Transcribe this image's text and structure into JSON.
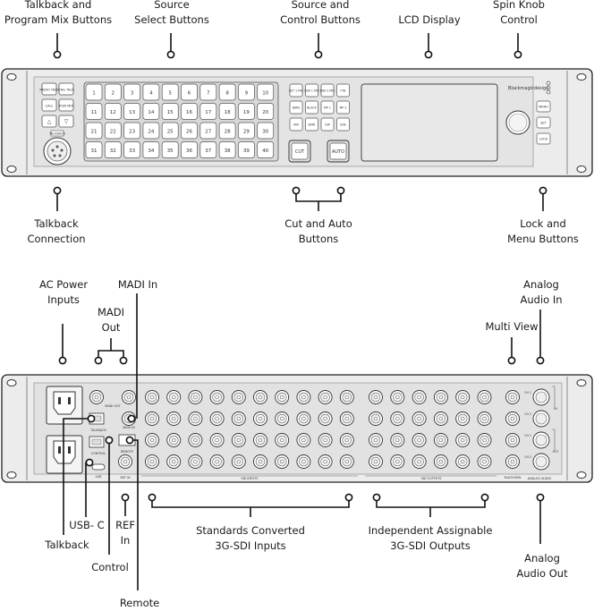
{
  "front_panel": {
    "labels": {
      "talkback_program": [
        "Talkback and",
        "Program Mix Buttons"
      ],
      "source_select": [
        "Source",
        "Select Buttons"
      ],
      "source_control": [
        "Source and",
        "Control  Buttons"
      ],
      "lcd_display": [
        "LCD Display"
      ],
      "spin_knob": [
        "Spin Knob",
        "Control"
      ],
      "talkback_connection": [
        "Talkback",
        "Connection"
      ],
      "cut_auto": [
        "Cut and Auto",
        "Buttons"
      ],
      "lock_menu": [
        "Lock and",
        "Menu Buttons"
      ]
    },
    "brand": "Blackmagicdesign",
    "left_buttons": [
      "RADIO TALK",
      "ENG TALK",
      "CALL",
      "PGM MIX",
      "△",
      "▽"
    ],
    "xlr_label": "TALKBACK",
    "source_buttons": [
      "1",
      "2",
      "3",
      "4",
      "5",
      "6",
      "7",
      "8",
      "9",
      "10",
      "11",
      "12",
      "13",
      "14",
      "15",
      "16",
      "17",
      "18",
      "19",
      "20",
      "21",
      "22",
      "23",
      "24",
      "25",
      "26",
      "27",
      "28",
      "29",
      "30",
      "31",
      "32",
      "33",
      "34",
      "35",
      "36",
      "37",
      "38",
      "39",
      "40"
    ],
    "control_buttons": [
      "KEY 1 MIX",
      "DSK 1 MIX",
      "DSK 2 MIX",
      "FTB",
      "BARS",
      "BLACK",
      "MP 1",
      "MP 2",
      "MIX",
      "WIPE",
      "DIP",
      "DVE"
    ],
    "cut_label": "CUT",
    "auto_label": "AUTO",
    "menu_buttons": [
      "MENU",
      "SET",
      "LOCK"
    ]
  },
  "rear_panel": {
    "labels": {
      "ac_power": [
        "AC Power",
        "Inputs"
      ],
      "madi_in": [
        "MADI In"
      ],
      "madi_out": [
        "MADI",
        "Out"
      ],
      "analog_in": [
        "Analog",
        "Audio In"
      ],
      "multi_view": [
        "Multi View"
      ],
      "usb_c": [
        "USB- C"
      ],
      "ref_in": [
        "REF",
        "In"
      ],
      "talkback": [
        "Talkback"
      ],
      "control": [
        "Control"
      ],
      "remote": [
        "Remote"
      ],
      "sdi_inputs": [
        "Standards Converted",
        "3G-SDI Inputs"
      ],
      "sdi_outputs": [
        "Independent Assignable",
        "3G-SDI Outputs"
      ],
      "analog_out": [
        "Analog",
        "Audio Out"
      ]
    },
    "panel_text": {
      "madi_out": "MADI OUT",
      "madi_in": "MADI IN",
      "talkback": "TALKBACK",
      "control": "CONTROL",
      "remote": "REMOTE",
      "usb": "USB",
      "ref_in": "REF IN",
      "sdi_in": "SDI INPUTS",
      "sdi_out": "SDI OUTPUTS",
      "multiview": "MULTIVIEW",
      "analog_audio": "ANALOG AUDIO",
      "ch1": "CH 1",
      "ch2": "CH 2",
      "in": "IN",
      "out": "OUT"
    }
  }
}
